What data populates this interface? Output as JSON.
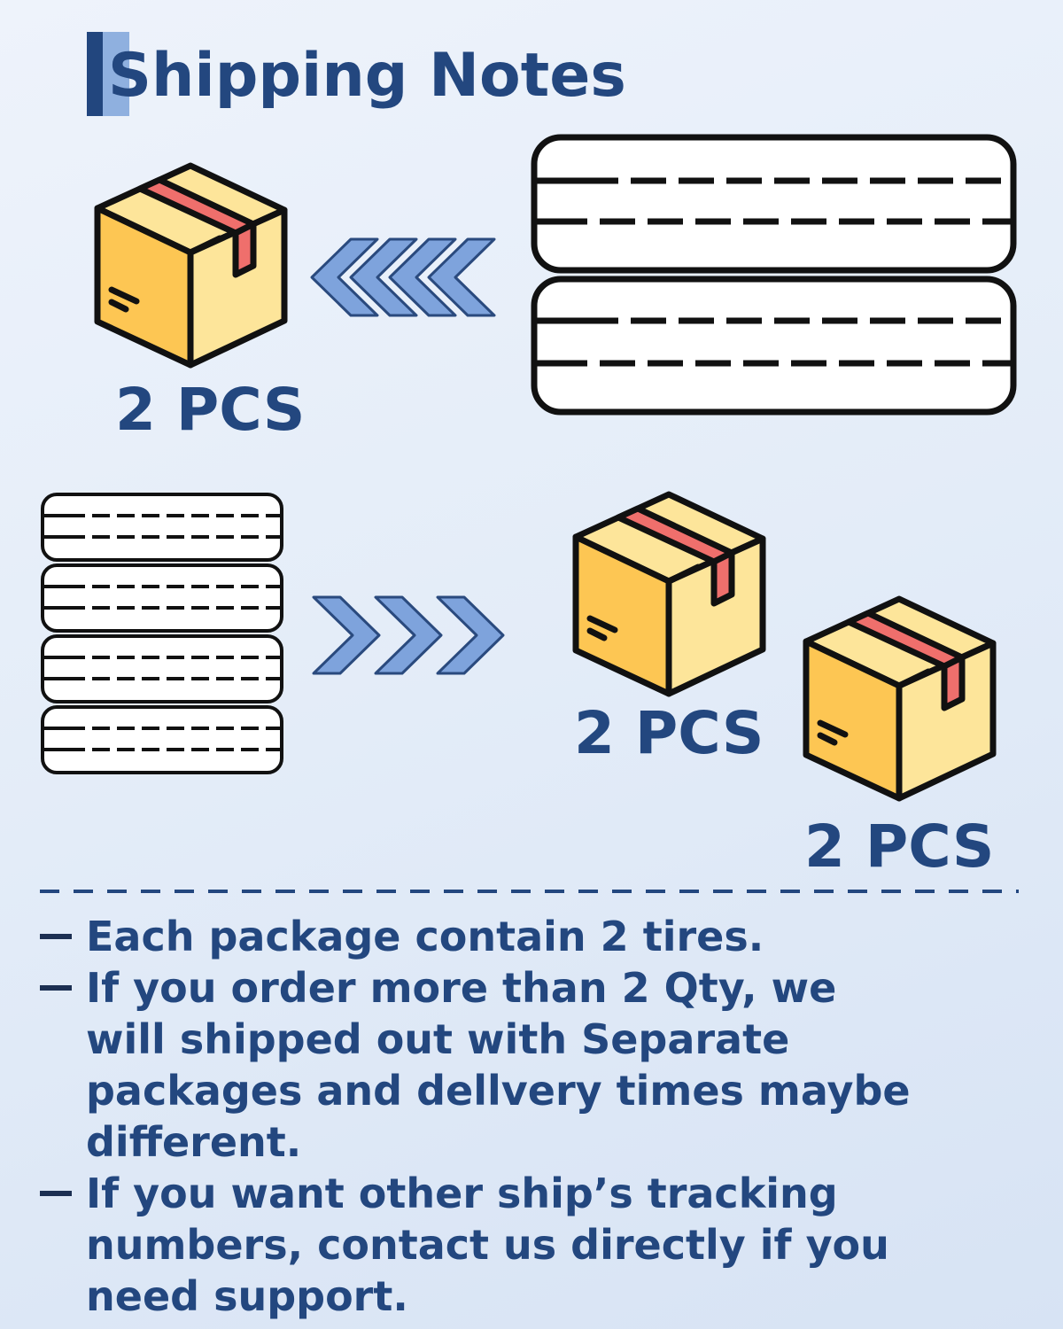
{
  "header": {
    "title": "Shipping Notes"
  },
  "diagram": {
    "box_label_1": "2 PCS",
    "box_label_2": "2 PCS",
    "box_label_3": "2 PCS"
  },
  "notes": [
    {
      "text": "Each package contain 2 tires."
    },
    {
      "text": "If you order more than 2 Qty, we\nwill shipped out with Separate\npackages and dellvery times maybe\ndifferent."
    },
    {
      "text": "If you want other ship’s tracking\nnumbers, contact us directly if you\nneed support."
    }
  ],
  "colors": {
    "title_blue": "#23477f",
    "arrow_blue": "#7ea3dc",
    "box_yellow": "#fdd568",
    "tape_red": "#ef6f6c",
    "outline": "#1a1a1a"
  }
}
